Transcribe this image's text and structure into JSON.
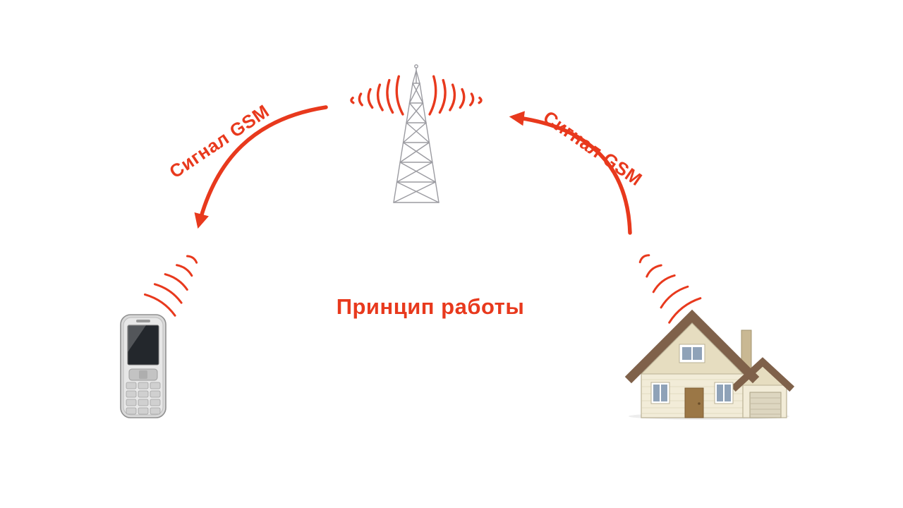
{
  "page": {
    "background": "#ffffff",
    "title": "Принцип работы"
  },
  "labels": {
    "left_signal": "Сигнал GSM",
    "right_signal": "Сигнал GSM"
  },
  "colors": {
    "accent_red": "#e8391d",
    "tower_gray": "#9b9ba1",
    "house_wall": "#f2ecd8",
    "house_gable": "#e6ddc0",
    "house_roof": "#7f614a",
    "window_glass": "#8fa2b8",
    "phone_body": "#d9d9d9",
    "phone_screen": "#23272c"
  },
  "icons": {
    "tower": "cell-tower-icon",
    "tower_waves": "radio-waves-icon",
    "phone": "mobile-phone-icon",
    "phone_waves": "radio-waves-icon",
    "house": "house-icon",
    "house_waves": "radio-waves-icon",
    "left_arrow": "signal-arrow-icon",
    "right_arrow": "signal-arrow-icon"
  }
}
